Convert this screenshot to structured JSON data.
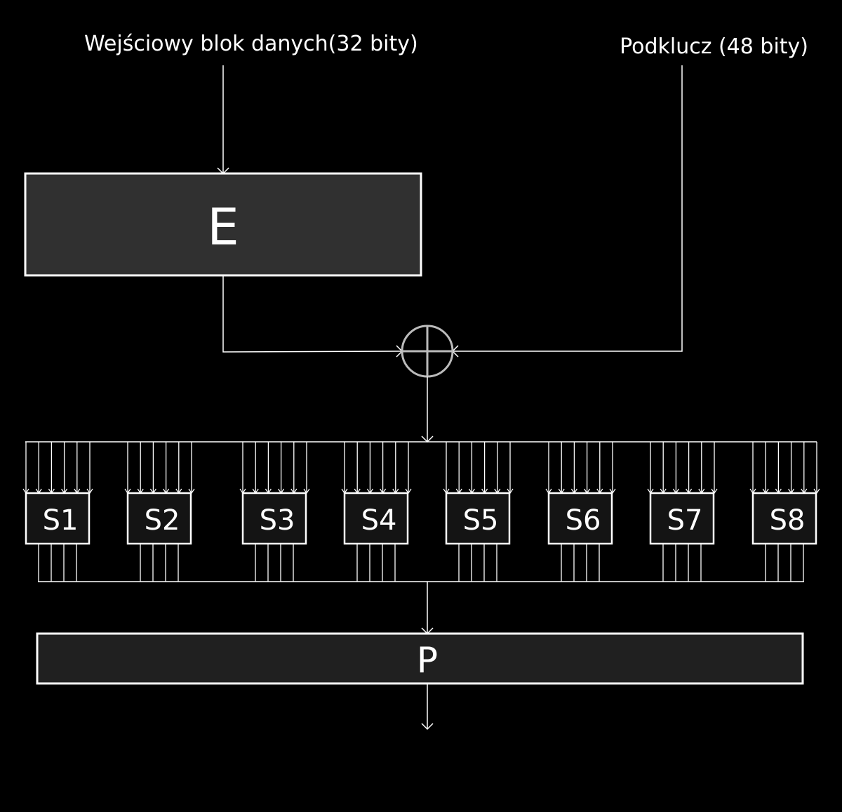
{
  "labels": {
    "data_input": "Wejściowy blok danych(32 bity)",
    "subkey": "Podklucz (48 bity)",
    "expansion": "E",
    "permutation": "P"
  },
  "sboxes": [
    "S1",
    "S2",
    "S3",
    "S4",
    "S5",
    "S6",
    "S7",
    "S8"
  ],
  "colors": {
    "background": "#000000",
    "line": "#ffffff",
    "xor_stroke": "#bbbbbb",
    "e_box_fill": "#303030",
    "p_box_fill": "#202020",
    "sbox_fill": "#141414"
  }
}
